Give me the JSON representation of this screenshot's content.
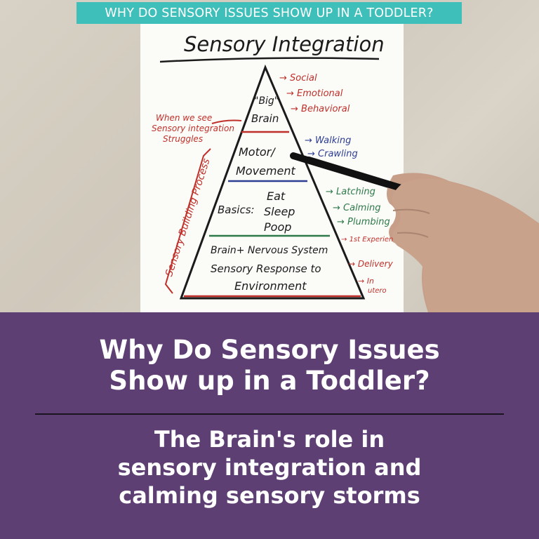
{
  "banner": {
    "text": "WHY DO SENSORY ISSUES SHOW UP IN A TODDLER?",
    "color": "#3fbfb9"
  },
  "whiteboard": {
    "title": "Sensory Integration",
    "levels": [
      {
        "line1": "\"Big\"",
        "line2": "Brain"
      },
      {
        "line1": "Motor/",
        "line2": "Movement"
      },
      {
        "prefix": "Basics:",
        "line1": "Eat",
        "line2": "Sleep",
        "line3": "Poop"
      },
      {
        "line1": "Brain+ Nervous System",
        "line2": "Sensory Response to",
        "line3": "Environment"
      }
    ],
    "left_note": [
      "When we see",
      "Sensory integration",
      "Struggles"
    ],
    "side_label": "Sensory Building Process",
    "right_labels": {
      "top": [
        "Social",
        "Emotional",
        "Behavioral"
      ],
      "motor": [
        "Walking",
        "Crawling"
      ],
      "basics": [
        "Latching",
        "Calming",
        "Plumbing"
      ],
      "base": [
        "1st Experience",
        "Delivery",
        "In",
        "utero"
      ]
    }
  },
  "headline": [
    "Why Do Sensory Issues",
    "Show up in a Toddler?"
  ],
  "subheadline": [
    "The Brain's role in",
    "sensory integration and",
    "calming sensory storms"
  ],
  "colors": {
    "panel": "#5e3f73",
    "red_ink": "#c0302a",
    "blue_ink": "#2d3e93",
    "green_ink": "#2f7a4a"
  }
}
